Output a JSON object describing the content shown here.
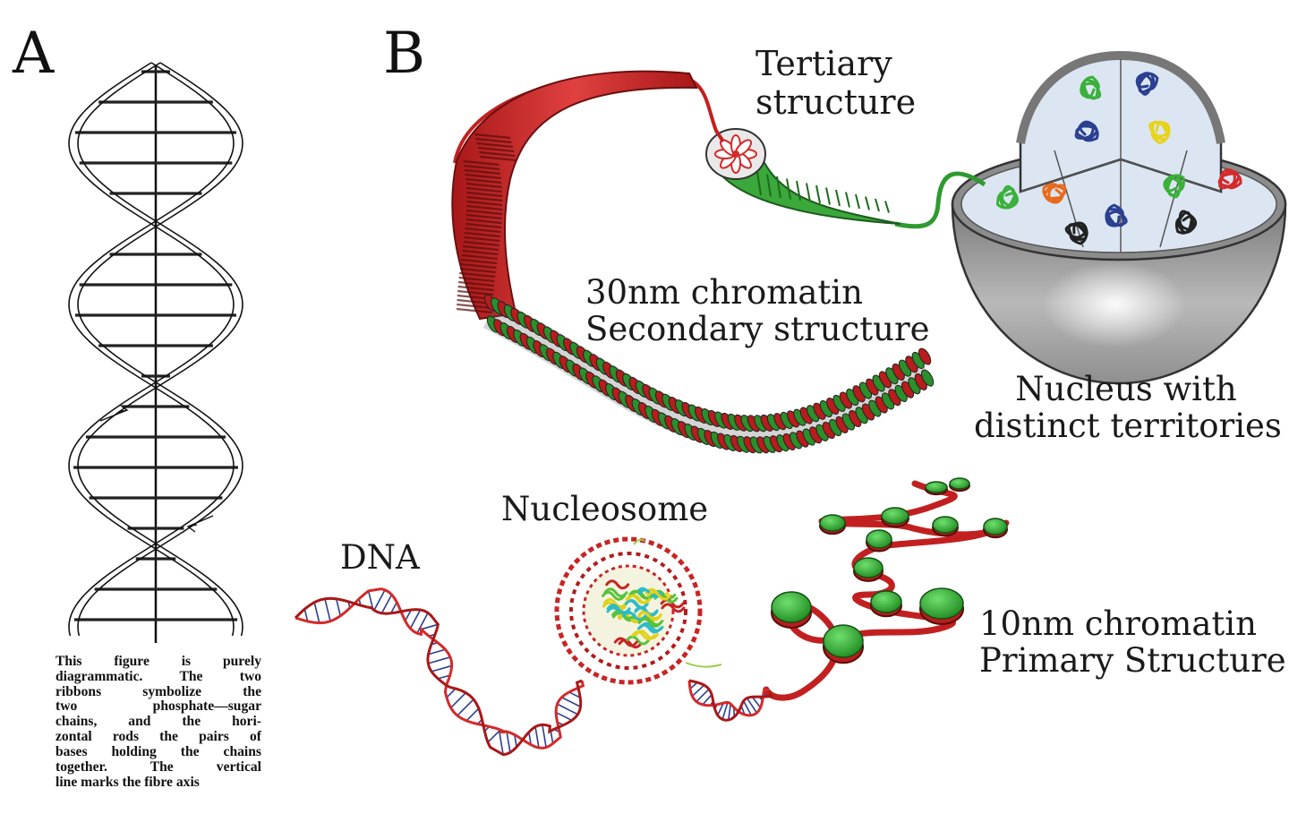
{
  "panel_a": {
    "letter": "A",
    "caption_lines": [
      "This figure is purely",
      "diagrammatic. The two",
      "ribbons symbolize the",
      "two phosphate—sugar",
      "chains, and the hori-",
      "zontal rods the pairs of",
      "bases holding the chains",
      "together. The vertical",
      "line marks the fibre axis"
    ]
  },
  "panel_b": {
    "letter": "B",
    "labels": {
      "tertiary": [
        "Tertiary",
        "structure"
      ],
      "secondary": [
        "30nm chromatin",
        "Secondary structure"
      ],
      "nucleus": [
        "Nucleus with",
        "distinct territories"
      ],
      "nucleosome": "Nucleosome",
      "dna": "DNA",
      "primary": [
        "10nm chromatin",
        "Primary Structure"
      ]
    }
  },
  "colors": {
    "chromatin_red": "#d42a2a",
    "chromatin_green": "#3aa83a",
    "nucleosome_green": "#2faa2a",
    "nucleus_shell": "#9a9a9a",
    "nucleus_inner": "#dbe6f2",
    "dna_blue": "#2a3f8f"
  }
}
